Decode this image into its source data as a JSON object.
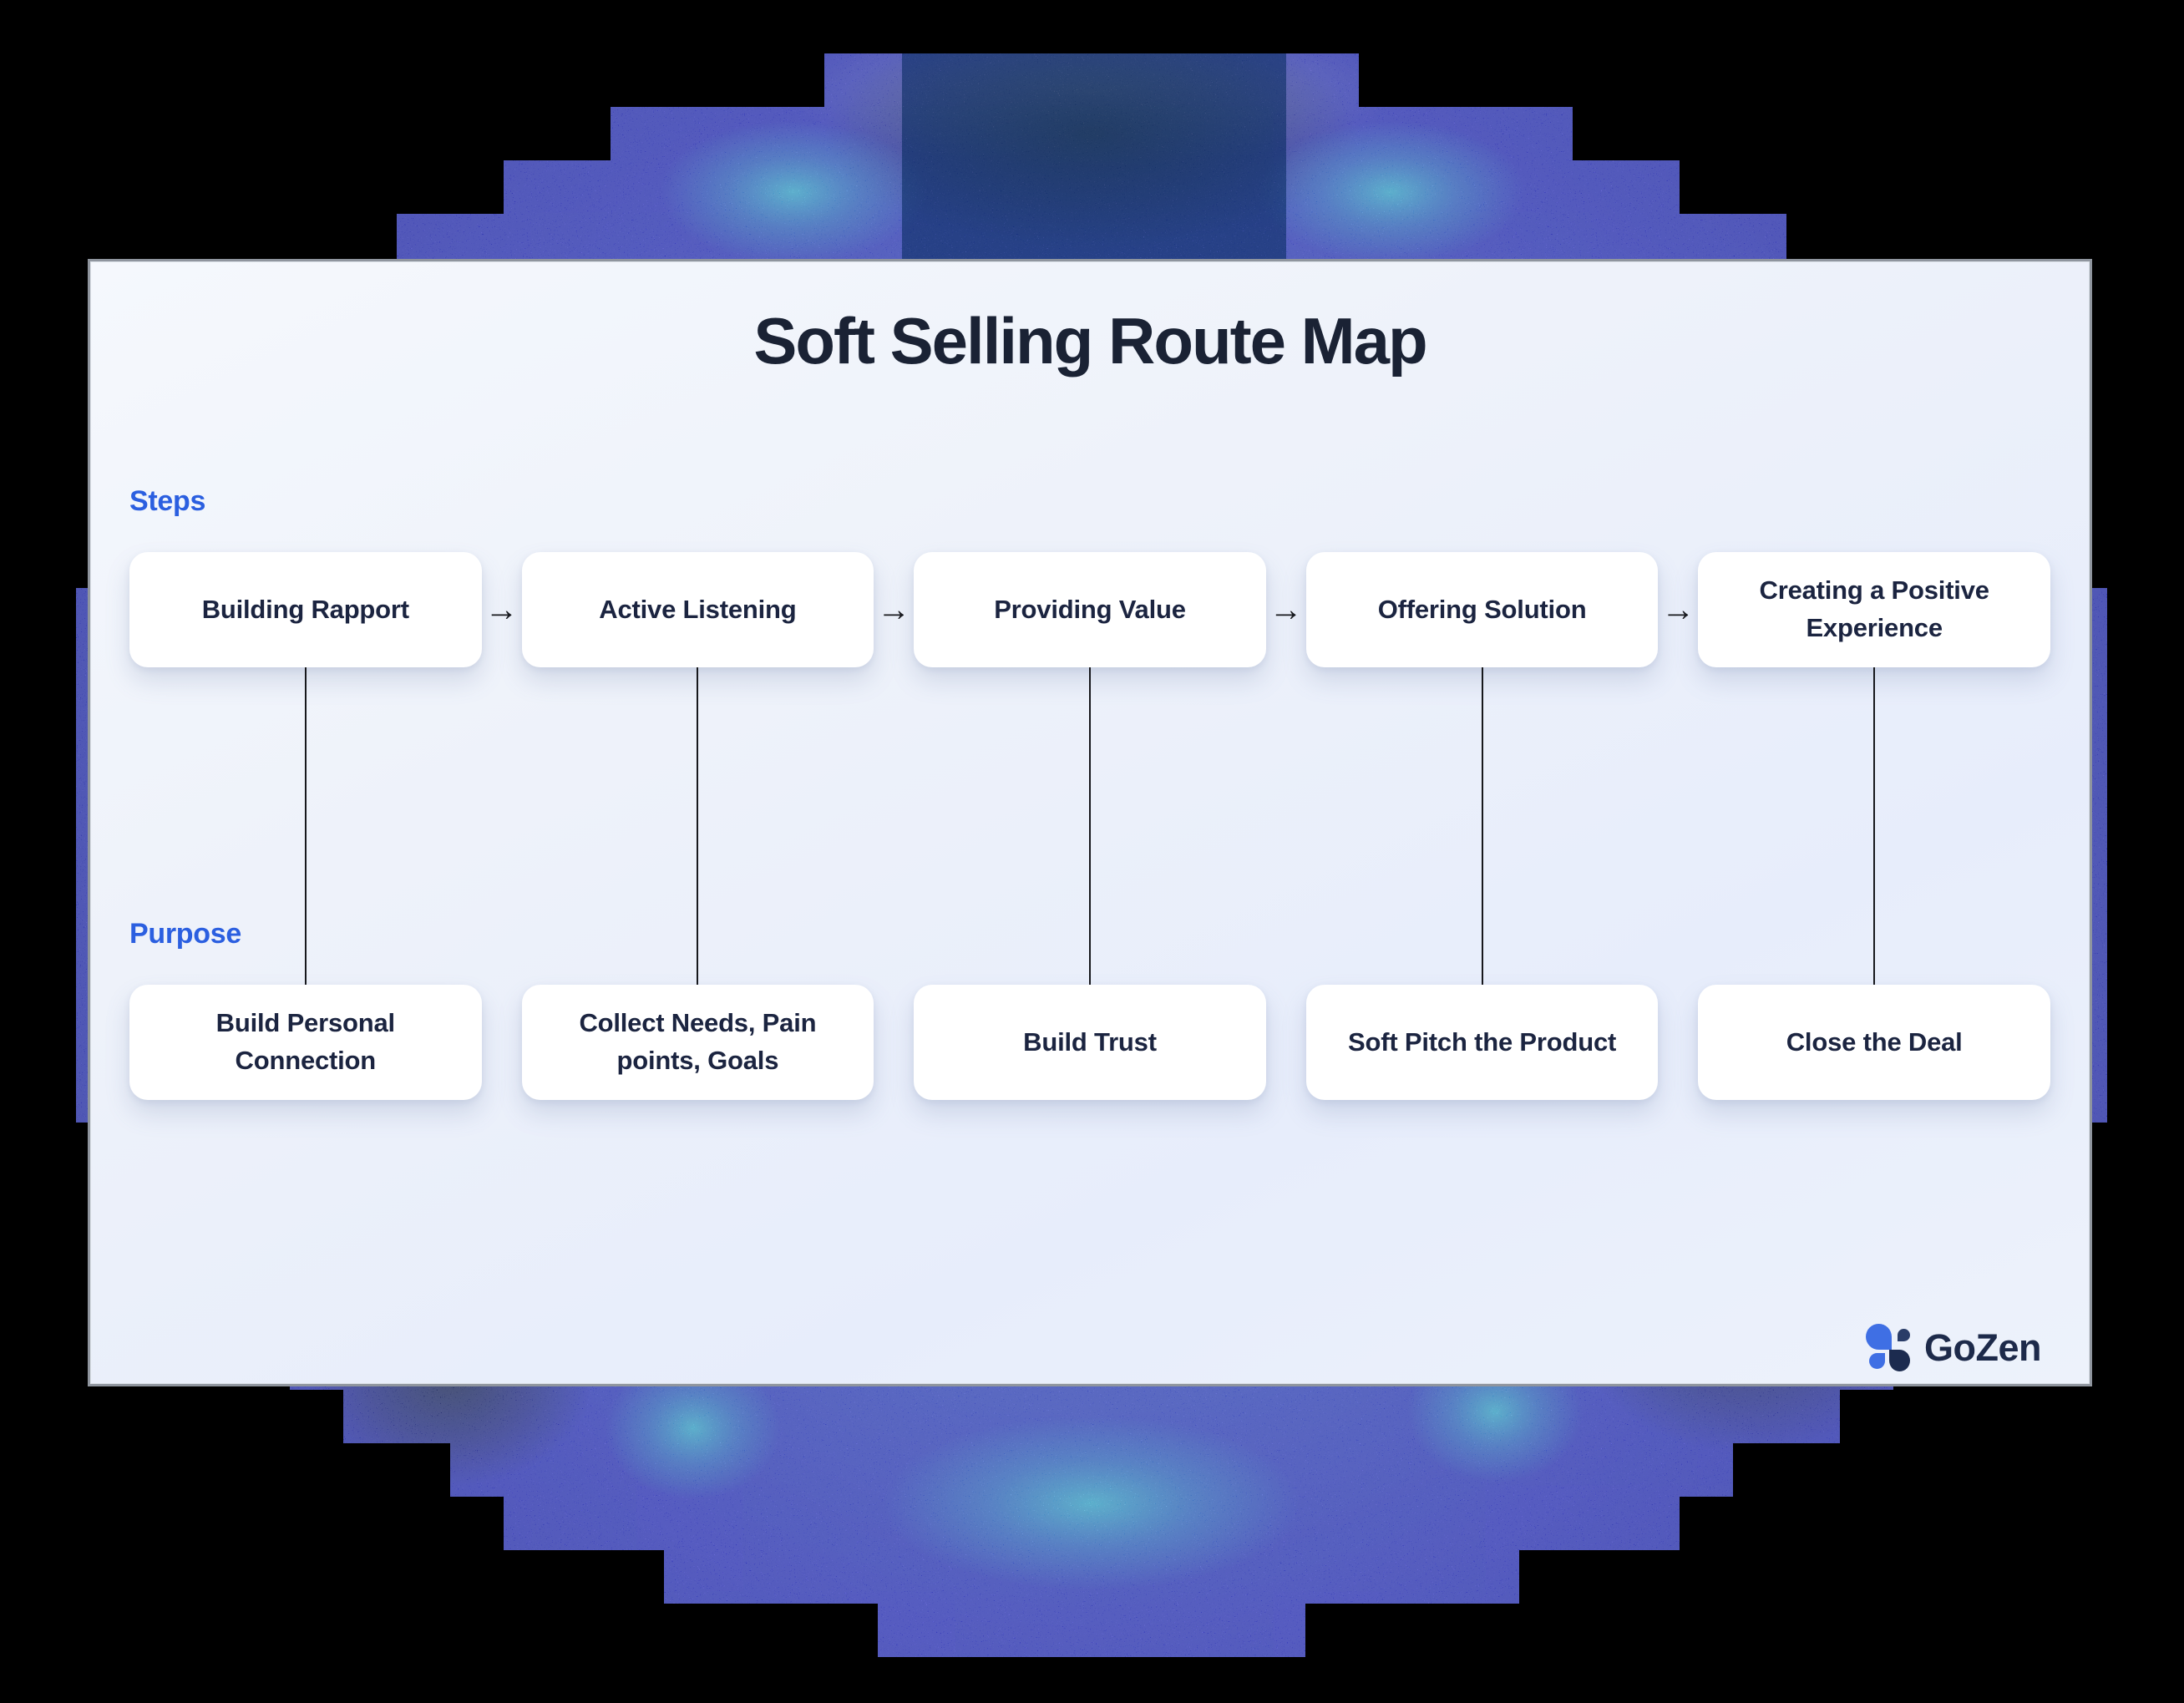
{
  "title": "Soft Selling Route Map",
  "labels": {
    "steps": "Steps",
    "purpose": "Purpose"
  },
  "steps": [
    "Building Rapport",
    "Active Listening",
    "Providing Value",
    "Offering Solution",
    "Creating a Positive Experience"
  ],
  "purposes": [
    "Build Personal Connection",
    "Collect Needs, Pain points, Goals",
    "Build Trust",
    "Soft Pitch the Product",
    "Close the Deal"
  ],
  "arrow_glyph": "→",
  "logo": {
    "text": "GoZen"
  },
  "colors": {
    "accent_blue": "#2b5fe0",
    "title_navy": "#1a2234",
    "box_text_navy": "#1b2440",
    "card_background": "#eef2fa",
    "background_blue": "#2a1fe0",
    "cyan_glow": "#3fe9ff",
    "page_background": "#000000"
  }
}
